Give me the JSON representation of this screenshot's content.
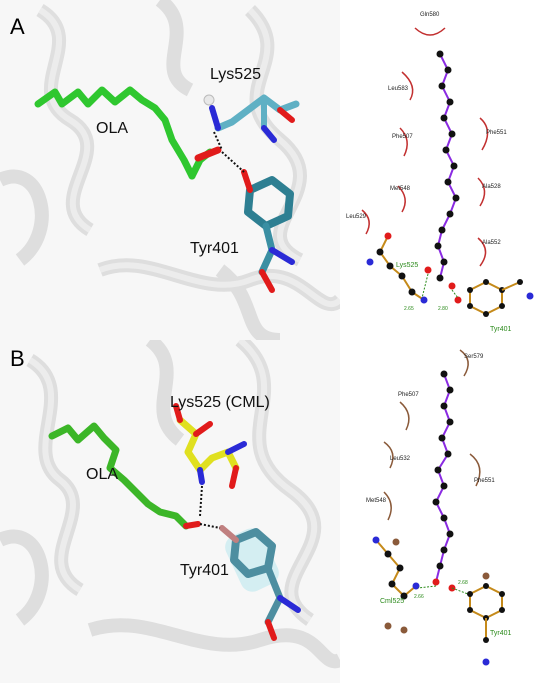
{
  "panel_a": {
    "letter": "A",
    "labels": {
      "ligand": "OLA",
      "lys": "Lys525",
      "tyr": "Tyr401"
    },
    "diagram": {
      "residues": [
        "Gln580",
        "Leu583",
        "Phe507",
        "Phe551",
        "Met548",
        "Ala528",
        "Leu529",
        "Ala552"
      ],
      "hbond_residues": [
        "Lys525",
        "Tyr401"
      ],
      "distances": [
        "2.65",
        "2.80"
      ]
    }
  },
  "panel_b": {
    "letter": "B",
    "labels": {
      "ligand": "OLA",
      "lys": "Lys525 (CML)",
      "tyr": "Tyr401"
    },
    "diagram": {
      "residues": [
        "Ser579",
        "Phe507",
        "Leu532",
        "Phe551",
        "Met548"
      ],
      "hbond_residues": [
        "Cml525",
        "Tyr401"
      ],
      "distances": [
        "2.66",
        "2.68"
      ]
    }
  },
  "colors": {
    "ola": "#2fc72f",
    "lys_a": "#5fb0c4",
    "tyr": "#3a8fa3",
    "cml": "#e0e020",
    "oxygen": "#e11b1b",
    "nitrogen": "#2a2ad6",
    "hbond_text": "#2a8a1a",
    "arc": "#c23030",
    "arc_b": "#8a5a3a"
  }
}
